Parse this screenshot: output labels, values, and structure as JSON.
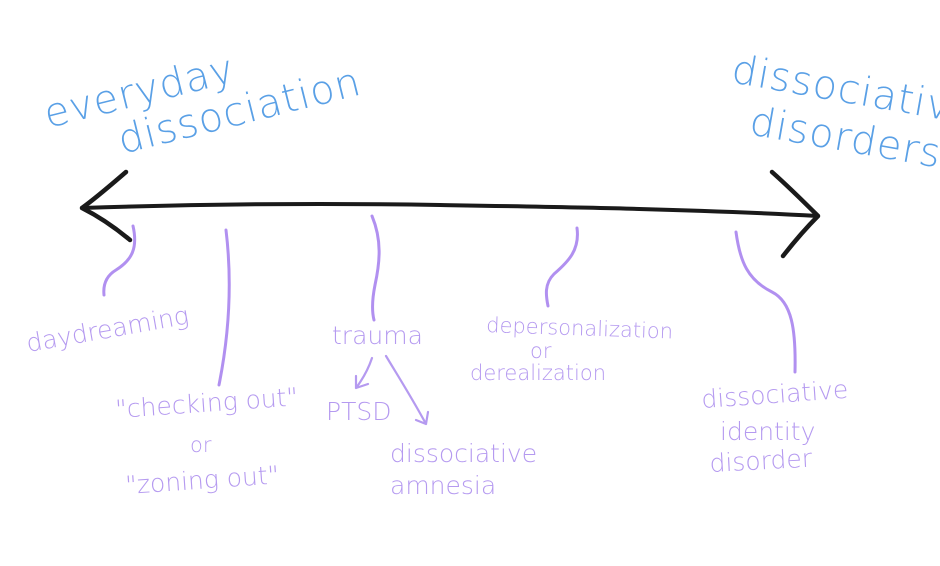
{
  "ends": {
    "left": {
      "line1": "everyday",
      "line2": "dissociation",
      "color": "#5aa0e6"
    },
    "right": {
      "line1": "dissociative",
      "line2": "disorders",
      "color": "#5aa0e6"
    }
  },
  "spectrum_items": [
    {
      "lines": [
        "daydreaming"
      ]
    },
    {
      "lines": [
        "\"checking out\"",
        "or",
        "\"zoning out\""
      ]
    },
    {
      "lines": [
        "trauma"
      ]
    },
    {
      "lines": [
        "depersonalization",
        "or",
        "derealization"
      ]
    },
    {
      "lines": [
        "dissociative",
        "identity",
        "disorder"
      ]
    }
  ],
  "trauma_branches": {
    "left": {
      "lines": [
        "PTSD"
      ]
    },
    "right": {
      "lines": [
        "dissociative",
        "amnesia"
      ]
    }
  },
  "colors": {
    "axis": "#1a1a1a",
    "items": "#b59af0",
    "ends": "#5aa0e6"
  }
}
